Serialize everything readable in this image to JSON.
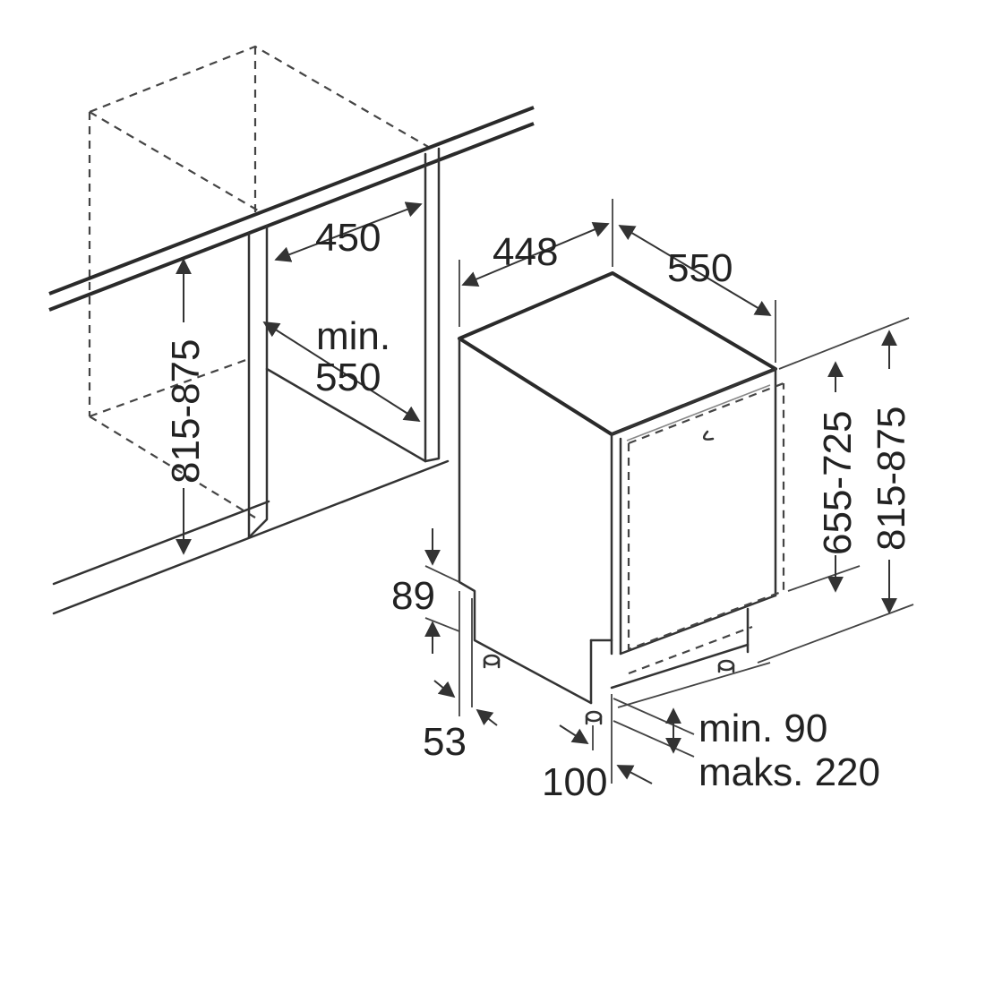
{
  "labels": {
    "niche_width": "450",
    "niche_depth_min": "min.",
    "niche_depth": "550",
    "niche_height": "815-875",
    "appliance_width": "448",
    "appliance_depth": "550",
    "door_height": "655-725",
    "total_height": "815-875",
    "plinth_height": "89",
    "plinth_setback": "53",
    "foot_offset": "100",
    "plinth_range_min": "min. 90",
    "plinth_range_max": "maks. 220"
  },
  "colors": {
    "line": "#333333",
    "text": "#222222",
    "background": "#ffffff"
  }
}
